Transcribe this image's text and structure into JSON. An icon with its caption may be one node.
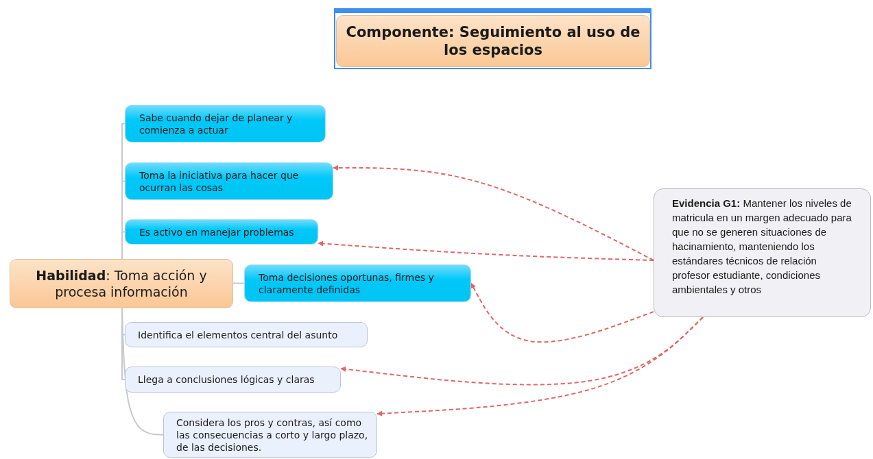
{
  "diagram": {
    "nodes": [
      {
        "text": [
          "Componente: Seguimiento al uso de los espacios"
        ]
      },
      {
        "text": [
          "**Habilidad**: Toma acción y procesa información"
        ]
      },
      {
        "text": [
          "Sabe cuando dejar de planear y comienza a actuar"
        ]
      },
      {
        "text": [
          "Toma la iniciativa para hacer que ocurran las cosas"
        ]
      },
      {
        "text": [
          "Es activo en manejar problemas"
        ]
      },
      {
        "text": [
          "Toma decisiones oportunas, firmes y claramente definidas"
        ]
      },
      {
        "text": [
          "Identifica el elementos central del asunto"
        ]
      },
      {
        "text": [
          "Llega a conclusiones lógicas y claras"
        ]
      },
      {
        "text": [
          "Considera los pros y contras, así como las consecuencias a corto y largo plazo, de las decisiones."
        ]
      },
      {
        "text": [
          "**Evidencia G1:** Mantener los niveles de matricula en un margen adecuado para que no se generen situaciones de hacinamiento, manteniendo los estándares técnicos de relación profesor estudiante, condiciones ambientales y otros"
        ]
      }
    ],
    "edges": [
      {
        "from": 1,
        "to": 2,
        "arrow": "none"
      },
      {
        "from": 1,
        "to": 3,
        "arrow": "none"
      },
      {
        "from": 1,
        "to": 4,
        "arrow": "none"
      },
      {
        "from": 1,
        "to": 5,
        "arrow": "none"
      },
      {
        "from": 1,
        "to": 6,
        "arrow": "none"
      },
      {
        "from": 1,
        "to": 7,
        "arrow": "none"
      },
      {
        "from": 1,
        "to": 8,
        "arrow": "none"
      },
      {
        "from": 9,
        "to": 3,
        "arrow": "to",
        "style": "dashed",
        "color": "#e06666"
      },
      {
        "from": 9,
        "to": 4,
        "arrow": "to",
        "style": "dashed",
        "color": "#e06666"
      },
      {
        "from": 9,
        "to": 5,
        "arrow": "to",
        "style": "dashed",
        "color": "#e06666"
      },
      {
        "from": 9,
        "to": 7,
        "arrow": "to",
        "style": "dashed",
        "color": "#e06666"
      },
      {
        "from": 9,
        "to": 8,
        "arrow": "to",
        "style": "dashed",
        "color": "#e06666"
      }
    ]
  }
}
